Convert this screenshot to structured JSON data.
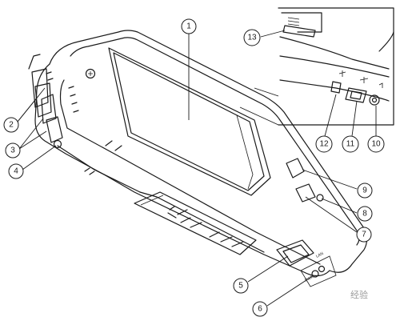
{
  "callouts": [
    {
      "id": "1",
      "label": "1"
    },
    {
      "id": "2",
      "label": "2"
    },
    {
      "id": "3",
      "label": "3"
    },
    {
      "id": "4",
      "label": "4"
    },
    {
      "id": "5",
      "label": "5"
    },
    {
      "id": "6",
      "label": "6"
    },
    {
      "id": "7",
      "label": "7"
    },
    {
      "id": "8",
      "label": "8"
    },
    {
      "id": "9",
      "label": "9"
    },
    {
      "id": "10",
      "label": "10"
    },
    {
      "id": "11",
      "label": "11"
    },
    {
      "id": "12",
      "label": "12"
    },
    {
      "id": "13",
      "label": "13"
    }
  ],
  "watermark": "经验",
  "port_labels": {
    "lan": "LAN",
    "pwr": "PWR"
  }
}
